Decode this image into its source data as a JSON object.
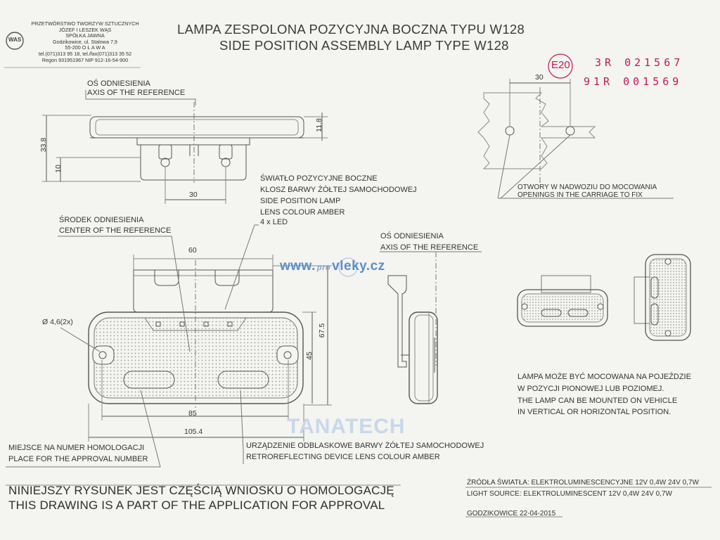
{
  "company": {
    "lines": [
      "PRZETWÓRSTWO TWORZYW SZTUCZNYCH",
      "JÓZEF I LESZEK WĄS",
      "SPÓŁKA JAWNA",
      "Godzikowice, ul. Stalowa 7,9",
      "55-200 O Ł A W A",
      "tel.(071)313 95 18, tel./fax(071)313 35 52",
      "Regon 931951967 NIP 912-16-54-900"
    ],
    "logo_text": "WAS"
  },
  "title": {
    "pl": "LAMPA ZESPOLONA POZYCYJNA BOCZNA TYPU W128",
    "en": "SIDE POSITION ASSEMBLY LAMP TYPE W128"
  },
  "approval": {
    "mark": "E20",
    "codes": [
      "3R  021567",
      "91R  001569"
    ]
  },
  "labels": {
    "axis_pl": "OŚ ODNIESIENIA",
    "axis_en": "AXIS OF THE REFERENCE",
    "lamp_pl1": "ŚWIATŁO POZYCYJNE BOCZNE",
    "lamp_pl2": "KLOSZ BARWY ŻÓŁTEJ SAMOCHODOWEJ",
    "lamp_en1": "SIDE POSITION LAMP",
    "lamp_en2": "LENS COLOUR AMBER",
    "led": "4 x LED",
    "center_pl": "ŚRODEK ODNIESIENIA",
    "center_en": "CENTER OF THE REFERENCE",
    "axis2_pl": "OŚ ODNIESIENIA",
    "axis2_en": "AXIS OF THE REFERENCE",
    "holes_pl": "OTWORY W NADWOZIU DO MOCOWANIA",
    "holes_en": "OPENINGS IN THE CARRIAGE TO FIX",
    "mount_pl1": "LAMPA MOŻE BYĆ MOCOWANA NA POJEŹDZIE",
    "mount_pl2": "W POZYCJI PIONOWEJ LUB POZIOMEJ.",
    "mount_en1": "THE LAMP CAN BE MOUNTED ON VEHICLE",
    "mount_en2": "IN VERTICAL OR HORIZONTAL POSITION.",
    "homol_pl": "MIEJSCE NA NUMER HOMOLOGACJI",
    "homol_en": "PLACE FOR THE APPROVAL NUMBER",
    "retro_pl": "URZĄDZENIE ODBLASKOWE BARWY ŻÓŁTEJ SAMOCHODOWEJ",
    "retro_en": "RETROREFLECTING DEVICE LENS COLOUR AMBER",
    "source_pl": "ŹRÓDŁA ŚWIATŁA: ELEKTROLUMINESCENCYJNE  12V 0,4W  24V  0,7W",
    "source_en": "LIGHT SOURCE: ELEKTROLUMINESCENT  12V 0,4W  24V  0,7W",
    "place_date": "GODZIKOWICE    22-04-2015",
    "note_pl": "NINIEJSZY RYSUNEK JEST CZĘŚCIĄ WNIOSKU O  HOMOLOGACJĘ",
    "note_en": "THIS DRAWING IS A PART OF THE APPLICATION FOR  APPROVAL"
  },
  "dimensions": {
    "d_33_8": "33.8",
    "d_11_8": "11.8",
    "d_10": "10",
    "d_30a": "30",
    "d_30b": "30",
    "d_60": "60",
    "d_hole": "Ø 4,6(2x)",
    "d_67_5": "67.5",
    "d_45": "45",
    "d_85": "85",
    "d_105_4": "105.4"
  },
  "watermarks": {
    "site_a": "www.",
    "site_b": "pro",
    "site_c": "vleky.cz",
    "brand": "TANATECH"
  }
}
